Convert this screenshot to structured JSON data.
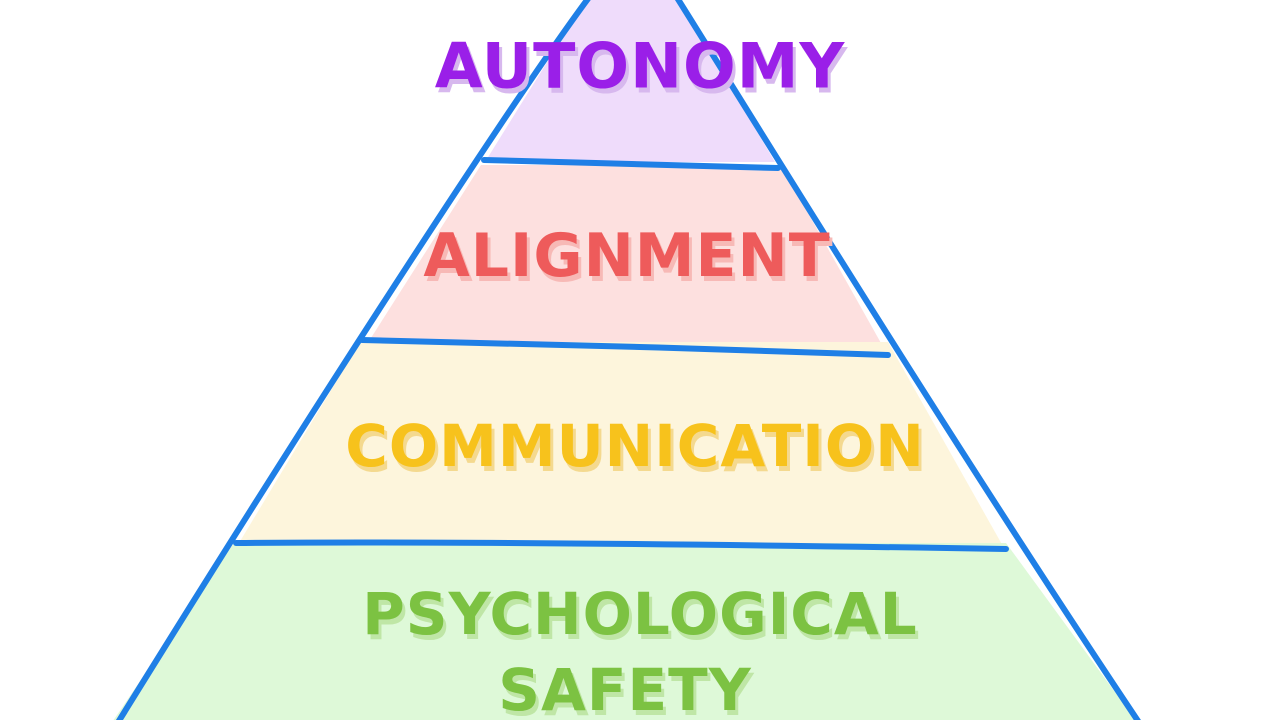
{
  "diagram": {
    "outline_color": "#1f7fe6",
    "tiers": [
      {
        "id": "autonomy",
        "lines": [
          "AUTONOMY"
        ],
        "fill": "#efdcfb",
        "text_color": "#9a1fe8",
        "shadow_color": "#d7b8ee"
      },
      {
        "id": "alignment",
        "lines": [
          "ALIGNMENT"
        ],
        "fill": "#fde0df",
        "text_color": "#ee5b5b",
        "shadow_color": "#f7b9b6"
      },
      {
        "id": "communication",
        "lines": [
          "COMMUNICATION"
        ],
        "fill": "#fdf5dc",
        "text_color": "#f7c21c",
        "shadow_color": "#f4d98f"
      },
      {
        "id": "psychological-safety",
        "lines": [
          "PSYCHOLOGICAL",
          "SAFETY"
        ],
        "fill": "#def9d8",
        "text_color": "#7cc242",
        "shadow_color": "#bfe6a6"
      }
    ]
  }
}
